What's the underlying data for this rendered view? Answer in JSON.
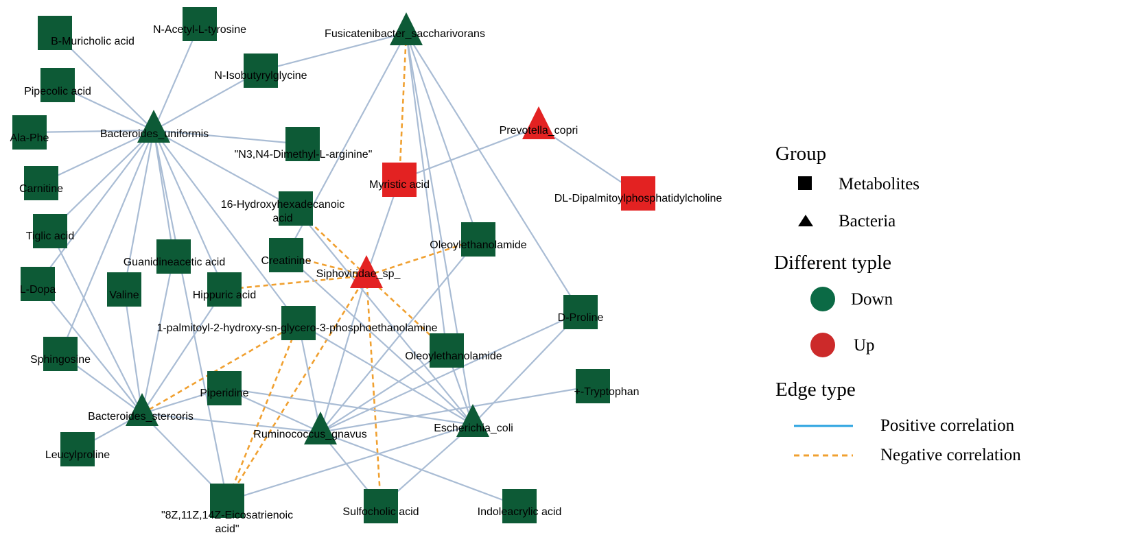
{
  "colors": {
    "down": "#0d5a36",
    "up": "#e32222",
    "positive_edge": "#a9bcd4",
    "negative_edge": "#f0a030",
    "legend_down": "#0b6a45",
    "legend_up": "#cc2a2a",
    "legend_positive": "#2aa3e0"
  },
  "nodes": [
    {
      "id": "fusi",
      "label": "Fusicatenibacter_saccharivorans",
      "shape": "triangle",
      "type": "down"
    },
    {
      "id": "buni",
      "label": "Bacteroides_uniformis",
      "shape": "triangle",
      "type": "down"
    },
    {
      "id": "prev",
      "label": "Prevotella_copri",
      "shape": "triangle",
      "type": "up"
    },
    {
      "id": "siph",
      "label": "Siphoviridae_sp_",
      "shape": "triangle",
      "type": "up"
    },
    {
      "id": "bste",
      "label": "Bacteroides_stercoris",
      "shape": "triangle",
      "type": "down"
    },
    {
      "id": "rumi",
      "label": "Ruminococcus_gnavus",
      "shape": "triangle",
      "type": "down"
    },
    {
      "id": "ecoli",
      "label": "Escherichia_coli",
      "shape": "triangle",
      "type": "down"
    },
    {
      "id": "nacet",
      "label": "N-Acetyl-L-tyrosine",
      "shape": "square",
      "type": "down"
    },
    {
      "id": "bmur",
      "label": "B-Muricholic acid",
      "shape": "square",
      "type": "down"
    },
    {
      "id": "niso",
      "label": "N-Isobutyrylglycine",
      "shape": "square",
      "type": "down"
    },
    {
      "id": "pipe",
      "label": "Pipecolic acid",
      "shape": "square",
      "type": "down"
    },
    {
      "id": "alap",
      "label": "Ala-Phe",
      "shape": "square",
      "type": "down"
    },
    {
      "id": "n3n4",
      "label": "\"N3,N4-Dimethyl-L-arginine\"",
      "shape": "square",
      "type": "down"
    },
    {
      "id": "myri",
      "label": "Myristic acid",
      "shape": "square",
      "type": "up"
    },
    {
      "id": "dlpc",
      "label": "DL-Dipalmitoylphosphatidylcholine",
      "shape": "square",
      "type": "up"
    },
    {
      "id": "carn",
      "label": "Carnitine",
      "shape": "square",
      "type": "down"
    },
    {
      "id": "hyd16",
      "label": "16-Hydroxyhexadecanoic",
      "label2": "acid",
      "shape": "square",
      "type": "down"
    },
    {
      "id": "tigl",
      "label": "Tiglic acid",
      "shape": "square",
      "type": "down"
    },
    {
      "id": "oley1",
      "label": "Oleoylethanolamide",
      "shape": "square",
      "type": "down"
    },
    {
      "id": "guan",
      "label": "Guanidineacetic acid",
      "shape": "square",
      "type": "down"
    },
    {
      "id": "crea",
      "label": "Creatinine",
      "shape": "square",
      "type": "down"
    },
    {
      "id": "ldopa",
      "label": "L-Dopa",
      "shape": "square",
      "type": "down"
    },
    {
      "id": "vali",
      "label": "Valine",
      "shape": "square",
      "type": "down"
    },
    {
      "id": "hipp",
      "label": "Hippuric acid",
      "shape": "square",
      "type": "down"
    },
    {
      "id": "dpro",
      "label": "D-Proline",
      "shape": "square",
      "type": "down"
    },
    {
      "id": "lpe",
      "label": "1-palmitoyl-2-hydroxy-sn-glycero-3-phosphoethanolamine",
      "shape": "square",
      "type": "down"
    },
    {
      "id": "oley2",
      "label": "Oleoylethanolamide",
      "shape": "square",
      "type": "down"
    },
    {
      "id": "sphi",
      "label": "Sphingosine",
      "shape": "square",
      "type": "down"
    },
    {
      "id": "trp",
      "label": "+-Tryptophan",
      "shape": "square",
      "type": "down"
    },
    {
      "id": "pipd",
      "label": "Piperidine",
      "shape": "square",
      "type": "down"
    },
    {
      "id": "leuc",
      "label": "Leucylproline",
      "shape": "square",
      "type": "down"
    },
    {
      "id": "eico",
      "label": "\"8Z,11Z,14Z-Eicosatrienoic",
      "label2": "acid\"",
      "shape": "square",
      "type": "down"
    },
    {
      "id": "sulf",
      "label": "Sulfocholic acid",
      "shape": "square",
      "type": "down"
    },
    {
      "id": "indo",
      "label": "Indoleacrylic acid",
      "shape": "square",
      "type": "down"
    }
  ],
  "edges": [
    {
      "source": "buni",
      "target": "bmur",
      "type": "positive"
    },
    {
      "source": "buni",
      "target": "nacet",
      "type": "positive"
    },
    {
      "source": "buni",
      "target": "niso",
      "type": "positive"
    },
    {
      "source": "buni",
      "target": "pipe",
      "type": "positive"
    },
    {
      "source": "buni",
      "target": "alap",
      "type": "positive"
    },
    {
      "source": "buni",
      "target": "carn",
      "type": "positive"
    },
    {
      "source": "buni",
      "target": "tigl",
      "type": "positive"
    },
    {
      "source": "buni",
      "target": "ldopa",
      "type": "positive"
    },
    {
      "source": "buni",
      "target": "n3n4",
      "type": "positive"
    },
    {
      "source": "buni",
      "target": "hyd16",
      "type": "positive"
    },
    {
      "source": "buni",
      "target": "guan",
      "type": "positive"
    },
    {
      "source": "buni",
      "target": "vali",
      "type": "positive"
    },
    {
      "source": "buni",
      "target": "hipp",
      "type": "positive"
    },
    {
      "source": "buni",
      "target": "lpe",
      "type": "positive"
    },
    {
      "source": "buni",
      "target": "sphi",
      "type": "positive"
    },
    {
      "source": "buni",
      "target": "eico",
      "type": "positive"
    },
    {
      "source": "fusi",
      "target": "niso",
      "type": "positive"
    },
    {
      "source": "fusi",
      "target": "crea",
      "type": "positive"
    },
    {
      "source": "fusi",
      "target": "oley1",
      "type": "positive"
    },
    {
      "source": "fusi",
      "target": "oley2",
      "type": "positive"
    },
    {
      "source": "fusi",
      "target": "dpro",
      "type": "positive"
    },
    {
      "source": "fusi",
      "target": "ecoli",
      "type": "positive"
    },
    {
      "source": "fusi",
      "target": "myri",
      "type": "negative"
    },
    {
      "source": "prev",
      "target": "myri",
      "type": "positive"
    },
    {
      "source": "prev",
      "target": "dlpc",
      "type": "positive"
    },
    {
      "source": "siph",
      "target": "myri",
      "type": "positive"
    },
    {
      "source": "siph",
      "target": "hyd16",
      "type": "negative"
    },
    {
      "source": "siph",
      "target": "crea",
      "type": "negative"
    },
    {
      "source": "siph",
      "target": "oley1",
      "type": "negative"
    },
    {
      "source": "siph",
      "target": "hipp",
      "type": "negative"
    },
    {
      "source": "siph",
      "target": "oley2",
      "type": "negative"
    },
    {
      "source": "siph",
      "target": "sulf",
      "type": "negative"
    },
    {
      "source": "siph",
      "target": "eico",
      "type": "negative"
    },
    {
      "source": "siph",
      "target": "rumi",
      "type": "positive"
    },
    {
      "source": "bste",
      "target": "tigl",
      "type": "positive"
    },
    {
      "source": "bste",
      "target": "ldopa",
      "type": "positive"
    },
    {
      "source": "bste",
      "target": "sphi",
      "type": "positive"
    },
    {
      "source": "bste",
      "target": "guan",
      "type": "positive"
    },
    {
      "source": "bste",
      "target": "vali",
      "type": "positive"
    },
    {
      "source": "bste",
      "target": "hipp",
      "type": "positive"
    },
    {
      "source": "bste",
      "target": "leuc",
      "type": "positive"
    },
    {
      "source": "bste",
      "target": "pipd",
      "type": "positive"
    },
    {
      "source": "bste",
      "target": "lpe",
      "type": "negative"
    },
    {
      "source": "bste",
      "target": "eico",
      "type": "positive"
    },
    {
      "source": "rumi",
      "target": "lpe",
      "type": "positive"
    },
    {
      "source": "rumi",
      "target": "oley1",
      "type": "positive"
    },
    {
      "source": "rumi",
      "target": "oley2",
      "type": "positive"
    },
    {
      "source": "rumi",
      "target": "dpro",
      "type": "positive"
    },
    {
      "source": "rumi",
      "target": "trp",
      "type": "positive"
    },
    {
      "source": "rumi",
      "target": "pipd",
      "type": "positive"
    },
    {
      "source": "rumi",
      "target": "sulf",
      "type": "positive"
    },
    {
      "source": "rumi",
      "target": "indo",
      "type": "positive"
    },
    {
      "source": "rumi",
      "target": "bste",
      "type": "positive"
    },
    {
      "source": "ecoli",
      "target": "oley2",
      "type": "positive"
    },
    {
      "source": "ecoli",
      "target": "dpro",
      "type": "positive"
    },
    {
      "source": "ecoli",
      "target": "lpe",
      "type": "positive"
    },
    {
      "source": "ecoli",
      "target": "pipd",
      "type": "positive"
    },
    {
      "source": "ecoli",
      "target": "sulf",
      "type": "positive"
    },
    {
      "source": "ecoli",
      "target": "eico",
      "type": "positive"
    },
    {
      "source": "ecoli",
      "target": "hyd16",
      "type": "positive"
    },
    {
      "source": "ecoli",
      "target": "crea",
      "type": "positive"
    },
    {
      "source": "lpe",
      "target": "eico",
      "type": "negative"
    }
  ],
  "legend": {
    "group_title": "Group",
    "metabolites": "Metabolites",
    "bacteria": "Bacteria",
    "diff_title": "Different typle",
    "down": "Down",
    "up": "Up",
    "edge_title": "Edge  type",
    "positive": "Positive correlation",
    "negative": "Negative correlation"
  }
}
